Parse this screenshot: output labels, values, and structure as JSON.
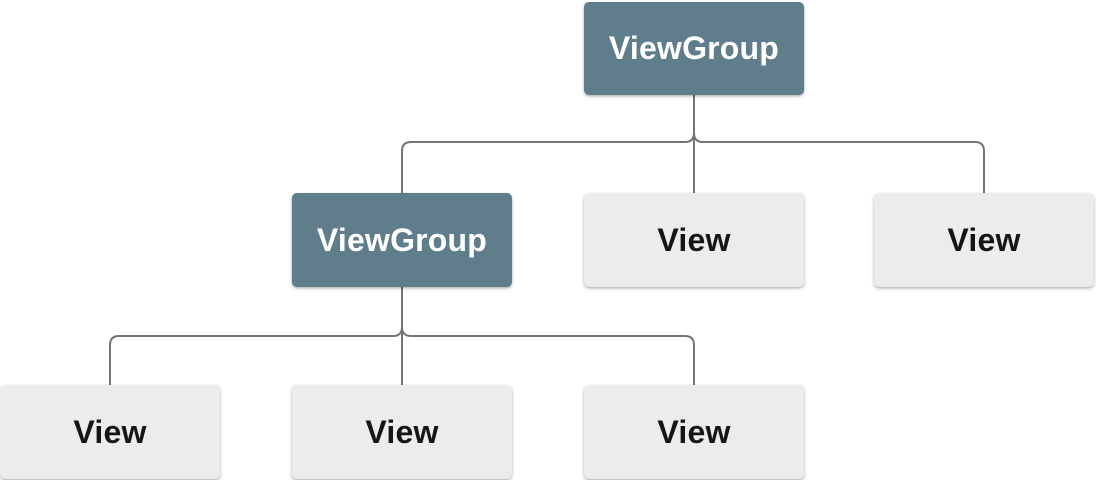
{
  "diagram": {
    "type": "tree",
    "colors": {
      "background": "#FFFFFF",
      "viewgroup_fill": "#607D8B",
      "viewgroup_text": "#FFFFFF",
      "view_fill": "#ECECEC",
      "view_text": "#151515",
      "connector": "#757575"
    },
    "nodes": [
      {
        "id": "root",
        "label": "ViewGroup",
        "kind": "viewgroup",
        "level": 0
      },
      {
        "id": "child-1",
        "label": "ViewGroup",
        "kind": "viewgroup",
        "level": 1
      },
      {
        "id": "child-2",
        "label": "View",
        "kind": "view",
        "level": 1
      },
      {
        "id": "child-3",
        "label": "View",
        "kind": "view",
        "level": 1
      },
      {
        "id": "grandchild-1",
        "label": "View",
        "kind": "view",
        "level": 2
      },
      {
        "id": "grandchild-2",
        "label": "View",
        "kind": "view",
        "level": 2
      },
      {
        "id": "grandchild-3",
        "label": "View",
        "kind": "view",
        "level": 2
      }
    ],
    "edges": [
      {
        "from": "root",
        "to": "child-1"
      },
      {
        "from": "root",
        "to": "child-2"
      },
      {
        "from": "root",
        "to": "child-3"
      },
      {
        "from": "child-1",
        "to": "grandchild-1"
      },
      {
        "from": "child-1",
        "to": "grandchild-2"
      },
      {
        "from": "child-1",
        "to": "grandchild-3"
      }
    ]
  }
}
